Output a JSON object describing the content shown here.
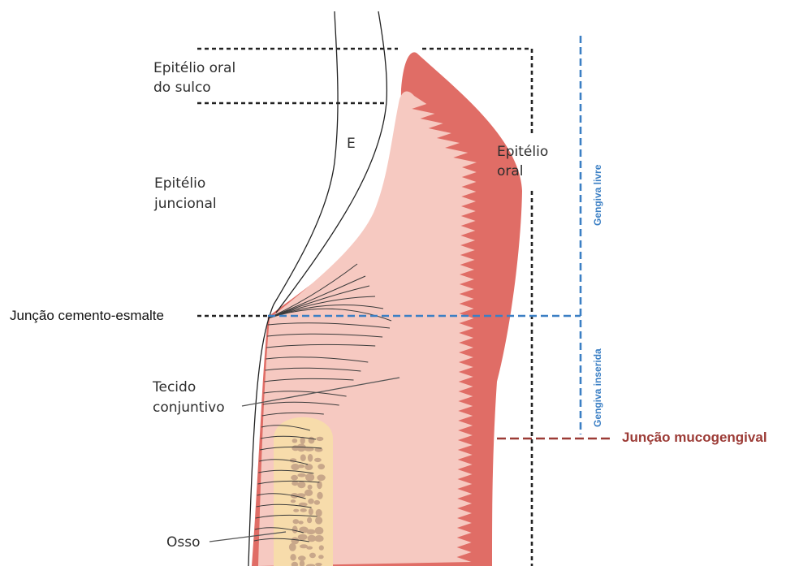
{
  "labels": {
    "epitelio_oral_sulco_1": "Epitélio oral",
    "epitelio_oral_sulco_2": "do sulco",
    "epitelio_juncional_1": "Epitélio",
    "epitelio_juncional_2": "juncional",
    "esmalte": "E",
    "epitelio_oral_1": "Epitélio",
    "epitelio_oral_2": "oral",
    "juncao_cemento_esmalte": "Junção cemento-esmalte",
    "tecido_conjuntivo_1": "Tecido",
    "tecido_conjuntivo_2": "conjuntivo",
    "osso": "Osso",
    "juncao_mucogengival": "Junção mucogengival",
    "gengiva_livre": "Gengiva livre",
    "gengiva_inserida": "Gengiva inserida"
  },
  "colors": {
    "epithelium": "#e06d66",
    "connective": "#f6c9c1",
    "bone_bg": "#f7dcab",
    "bone_trabeculae": "#c8a78a",
    "gingiva_guides": "#3b7fc4",
    "mucogingival": "#9c3b36",
    "dotted": "#222222"
  }
}
